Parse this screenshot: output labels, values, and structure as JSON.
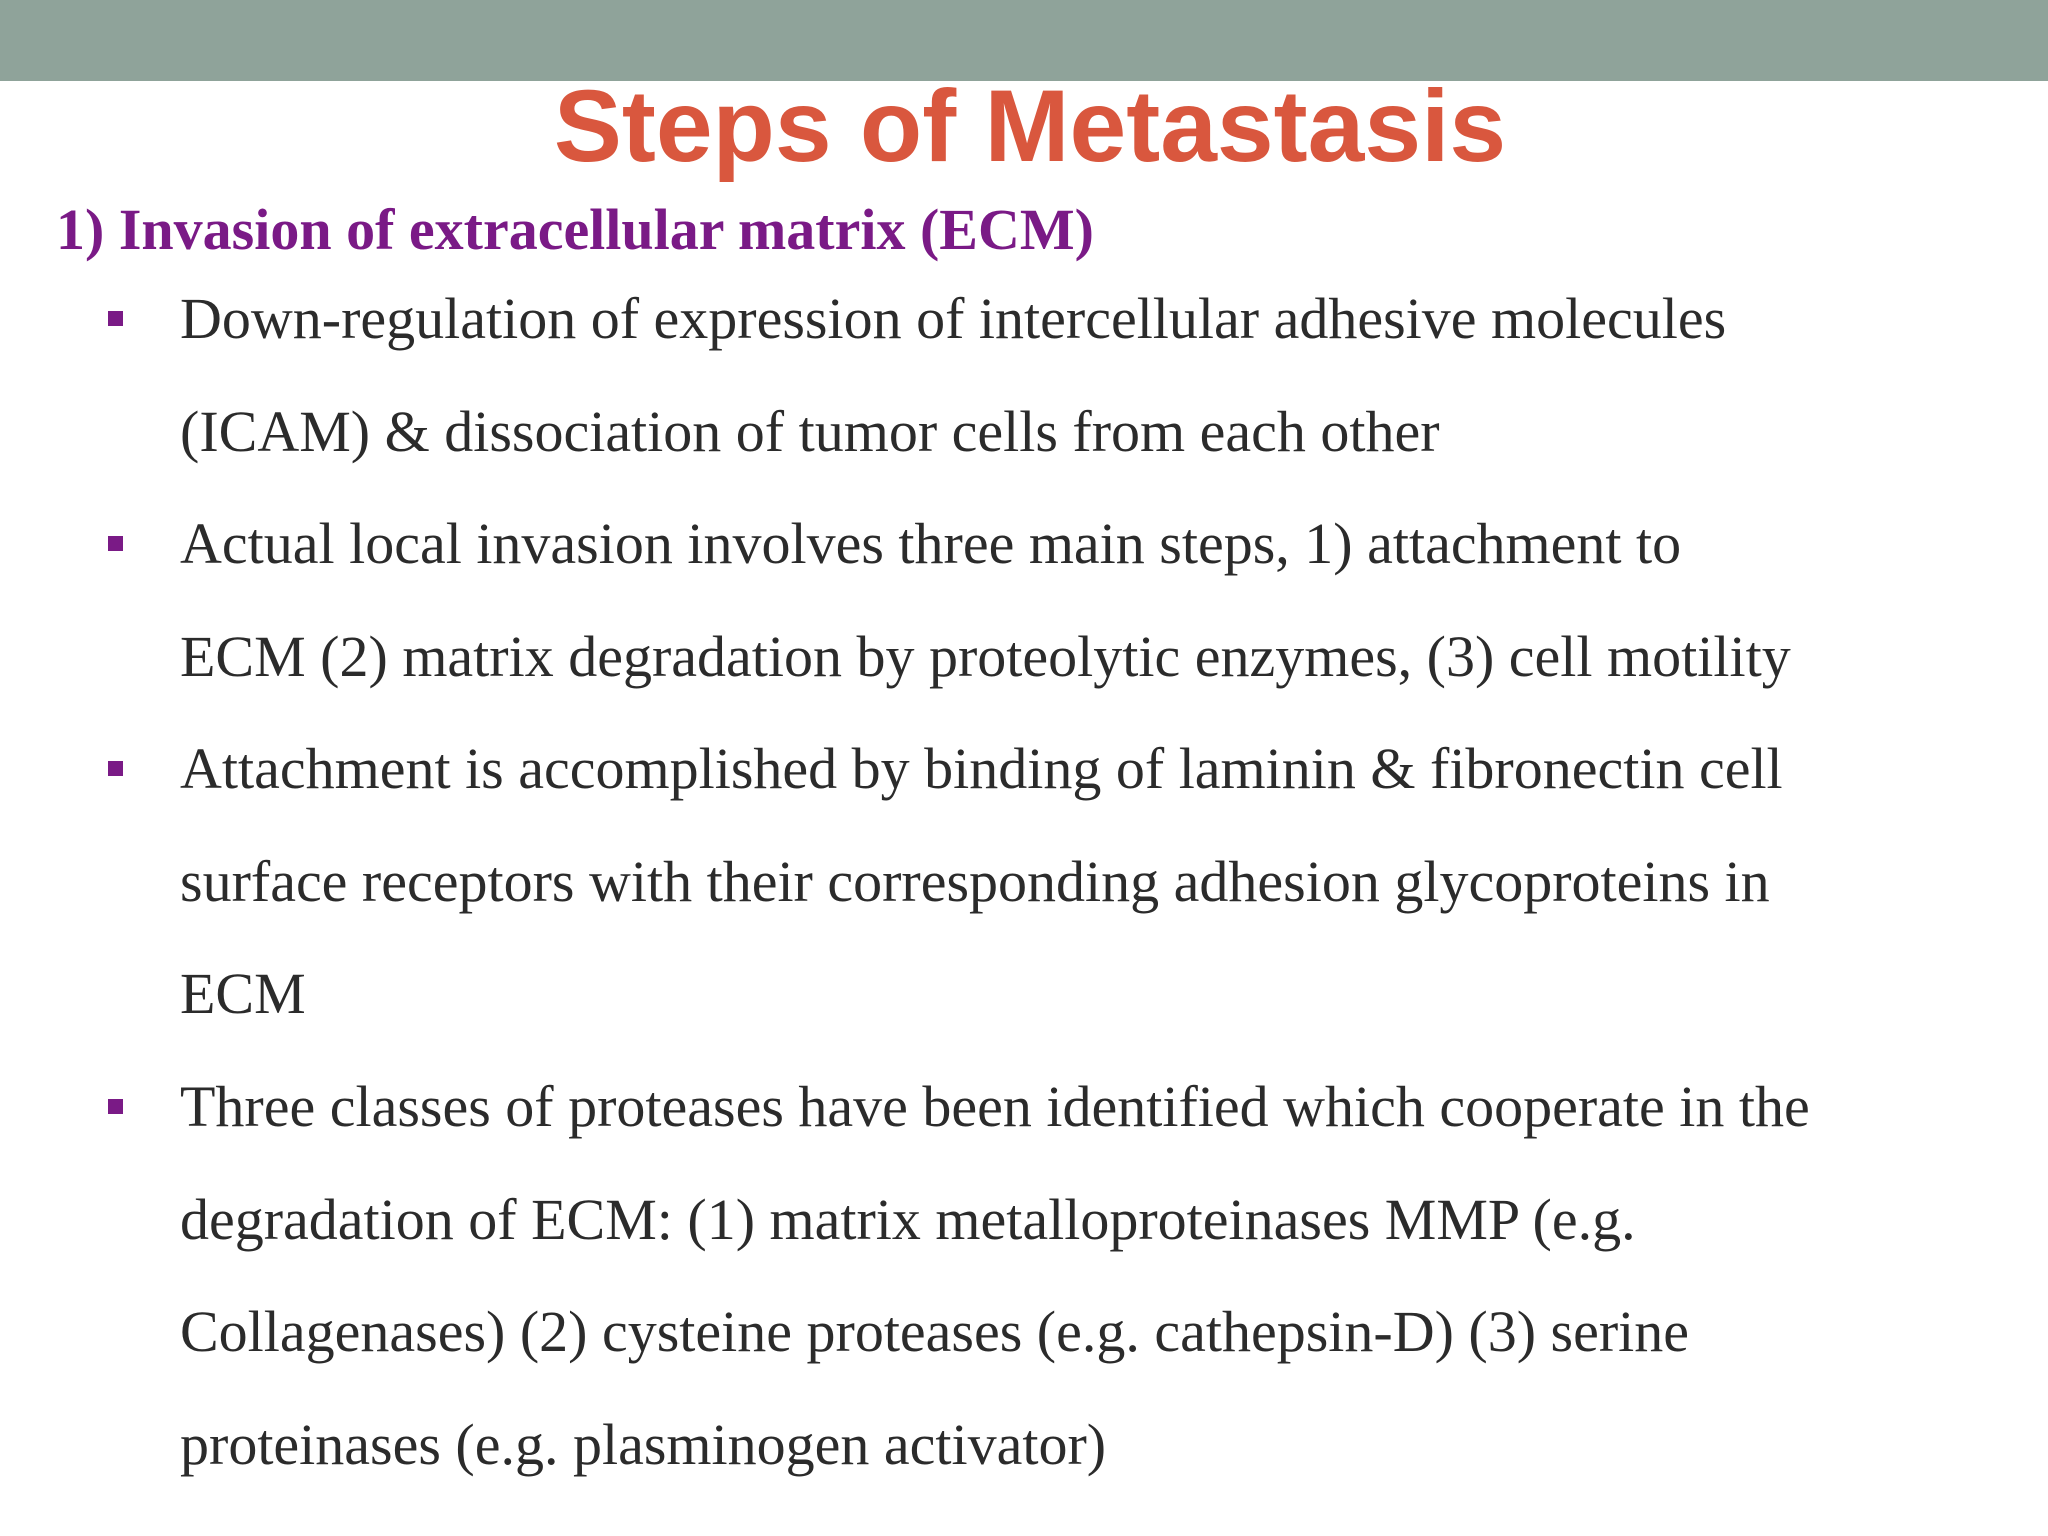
{
  "slide": {
    "title": "Steps of Metastasis",
    "subheading": "1) Invasion of extracellular matrix (ECM)",
    "colors": {
      "top_bar": "#8fa39a",
      "title": "#d9573e",
      "subheading": "#7a1a86",
      "bullet_marker": "#7a1a86",
      "body_text": "#2b2b2b"
    },
    "bullet_icon": "square-bullet-icon",
    "bullets": [
      {
        "lines": [
          "Down-regulation of expression of intercellular adhesive molecules",
          "(ICAM) & dissociation of tumor cells from each other"
        ]
      },
      {
        "lines": [
          "Actual local invasion involves three main steps, 1)  attachment to",
          "ECM (2) matrix degradation by proteolytic enzymes, (3) cell motility"
        ]
      },
      {
        "lines": [
          "Attachment is accomplished by binding of laminin & fibronectin cell",
          "surface receptors with their corresponding adhesion glycoproteins in",
          "ECM"
        ]
      },
      {
        "lines": [
          "Three classes of proteases have been identified which cooperate in the",
          "degradation of ECM: (1) matrix metalloproteinases MMP (e.g.",
          "Collagenases) (2) cysteine proteases (e.g. cathepsin-D) (3) serine",
          "proteinases (e.g. plasminogen activator)"
        ]
      }
    ]
  }
}
